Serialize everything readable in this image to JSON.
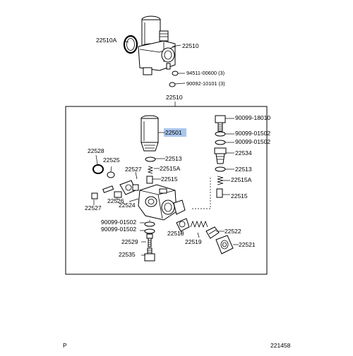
{
  "diagram": {
    "labels": {
      "top_oring": "22510A",
      "top_pump": "22510",
      "top_bolt": "94511-00600 (3)",
      "top_washer": "90092-10101 (3)",
      "box_title": "22510",
      "cylinder": "22501",
      "cap_bolt": "90099-18010",
      "gasket_a": "90099-01502",
      "gasket_b": "90099-01502",
      "plug_right": "22534",
      "ring_right": "22513",
      "spring_right": "22515A",
      "valve_right": "22515",
      "oring_left": "22528",
      "ring_left": "22525",
      "piston_left": "22527",
      "pin_left": "22527",
      "bush_left": "22526",
      "body_left": "22524",
      "ring_center": "22513",
      "spring_center": "22515A",
      "valve_center": "22515",
      "gasket_c": "90099-01502",
      "gasket_d": "90099-01502",
      "screen": "22518",
      "spring_mid": "22519",
      "plug_mid": "22522",
      "cap_mid": "22521",
      "bolt_low": "22529",
      "bolt_bottom": "22535"
    },
    "footer": {
      "left_mark": "P",
      "ref_number": "221458"
    },
    "highlight_color": "#a9c6ec"
  }
}
